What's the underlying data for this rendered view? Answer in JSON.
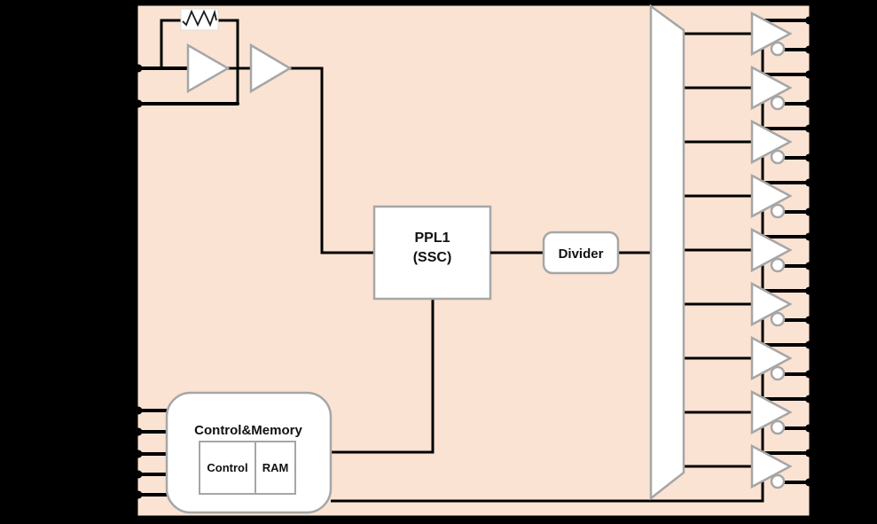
{
  "diagram": {
    "kind": "clock-generator block diagram",
    "colors": {
      "background": "#000000",
      "chip_fill": "#FAE3D3",
      "chip_outline": "#000000",
      "shape_stroke": "#A6A6A6",
      "wire": "#000000",
      "shape_fill": "#FFFFFF"
    },
    "blocks": {
      "pll": {
        "line1": "PPL1",
        "line2": "(SSC)"
      },
      "divider": {
        "label": "Divider"
      },
      "control_memory": {
        "title": "Control&Memory",
        "control_label": "Control",
        "ram_label": "RAM"
      }
    },
    "oscillator": {
      "amplifier_count": 2,
      "has_feedback_resistor": true
    },
    "output_buffers": {
      "count": 9,
      "outputs_per_buffer": 2,
      "inverted_output_bubble": true
    },
    "pins": {
      "left_oscillator_count": 2,
      "left_control_count": 5,
      "right_output_count": 18
    }
  }
}
